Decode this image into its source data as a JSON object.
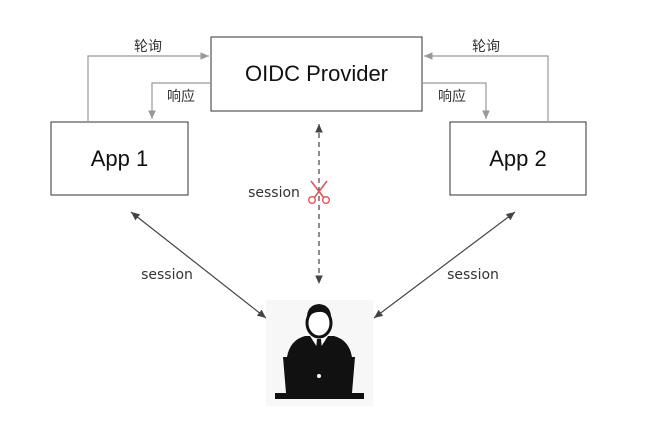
{
  "nodes": {
    "provider": {
      "label": "OIDC Provider"
    },
    "app1": {
      "label": "App 1"
    },
    "app2": {
      "label": "App 2"
    },
    "user": {
      "icon": "user-at-laptop-icon"
    }
  },
  "edges": {
    "poll_left": {
      "label": "轮询"
    },
    "response_left": {
      "label": "响应"
    },
    "poll_right": {
      "label": "轮询"
    },
    "response_right": {
      "label": "响应"
    },
    "session_provider": {
      "label": "session",
      "icon": "scissors-icon",
      "style": "dashed"
    },
    "session_app1": {
      "label": "session"
    },
    "session_app2": {
      "label": "session"
    }
  },
  "colors": {
    "box_border": "#333333",
    "edge_gray": "#999999",
    "edge_dark": "#444444",
    "scissors_red": "#e05555",
    "user_black": "#111111"
  }
}
